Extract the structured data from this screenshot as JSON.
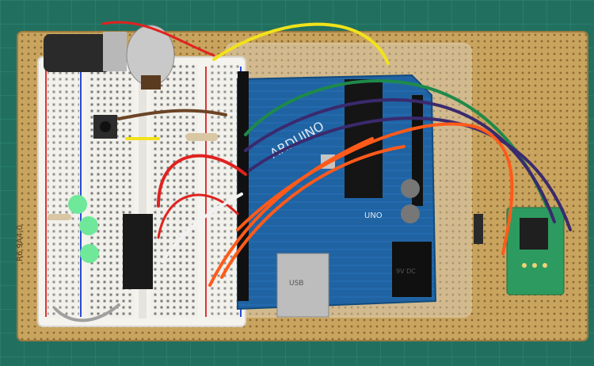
{
  "photo": {
    "subject": "Arduino prototype on breadboard and perfboard",
    "board_label": "UNO",
    "board_text": "ARDUINO",
    "usb_label": "USB",
    "power_label": "9V DC",
    "silk_text": "R6 9A4-0",
    "colors": {
      "mat": "#1f6a60",
      "perfboard": "#c8a35f",
      "breadboard": "#efefe8",
      "arduino": "#1e5f9e",
      "wire_red": "#e0221f",
      "wire_orange": "#ff5a1a",
      "wire_yellow": "#f2e21b",
      "wire_green": "#1e8a4a",
      "wire_purple": "#3a2a6e",
      "led_green": "#5fe08a"
    }
  }
}
